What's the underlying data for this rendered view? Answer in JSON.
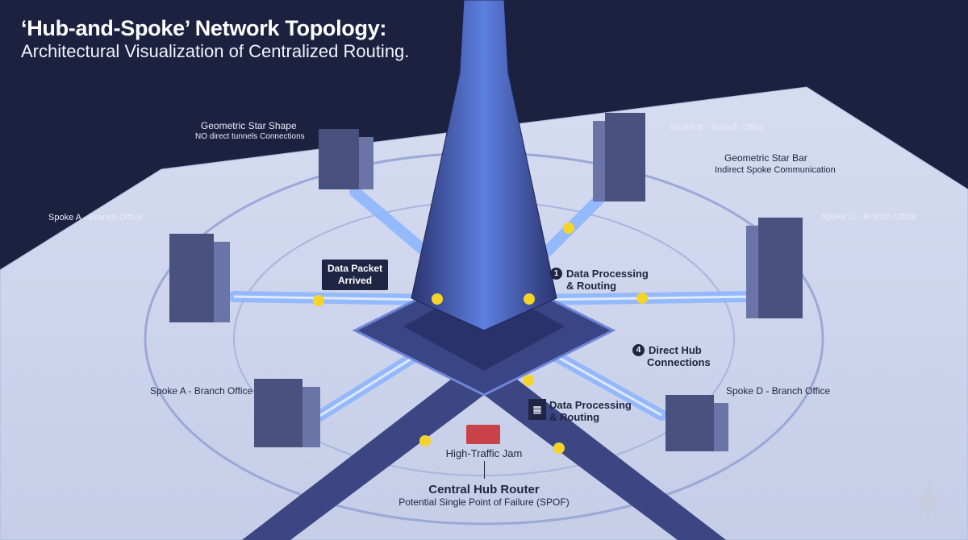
{
  "header": {
    "title": "‘Hub-and-Spoke’ Network Topology:",
    "subtitle": "Architectural Visualization of Centralized Routing."
  },
  "labels": {
    "star_shape": {
      "title": "Geometric Star Shape",
      "sub": "NO direct tunnels Connections"
    },
    "spoke_b": "Spoke B - Branch Office",
    "star_bar": {
      "title": "Geometric Star Bar",
      "sub": "Indirect Spoke Communication"
    },
    "spoke_a_top": "Spoke A - Branch Office",
    "spoke_c": "Spoke C - Branch Office",
    "data_packet": {
      "line1": "Data Packet",
      "line2": "Arrived"
    },
    "processing_1": {
      "number": "1",
      "line1": "Data Processing",
      "line2": "& Routing"
    },
    "direct_hub": {
      "number": "4",
      "line1": "Direct Hub",
      "line2": "Connections"
    },
    "spoke_a_bottom": "Spoke A - Branch Office",
    "spoke_d": "Spoke D - Branch Office",
    "processing_2": {
      "line1": "Data Processing",
      "line2": "& Routing"
    },
    "traffic_jam": "High-Traffic Jam",
    "hub": {
      "title": "Central Hub Router",
      "sub": "Potential Single Point of Failure (SPOF)"
    }
  },
  "colors": {
    "background": "#1c2140",
    "platform": "#dfe4f4",
    "beam": "#8fb6ff",
    "packet": "#f5d42a",
    "alert": "#c9424a"
  }
}
